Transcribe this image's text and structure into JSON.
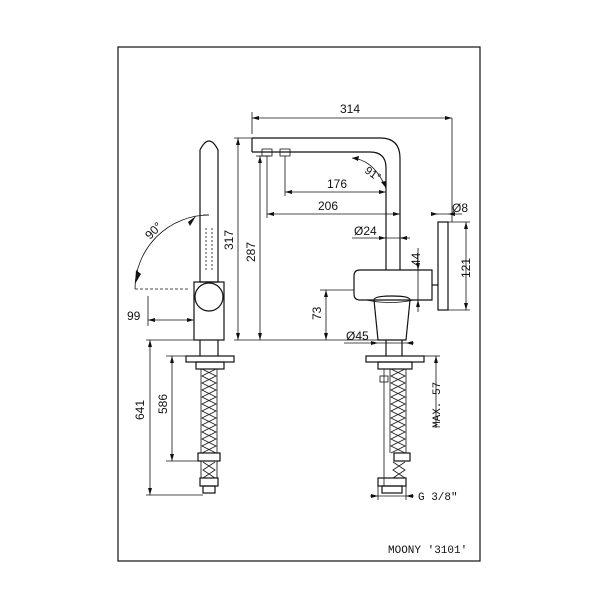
{
  "title_block": {
    "model": "MOONY '3101'"
  },
  "side_view": {
    "swivel_angle": "90°",
    "dim_projection": "99",
    "dim_total_length": "641",
    "dim_hose_length": "586"
  },
  "front_view": {
    "dim_reach": "314",
    "dim_height_total": "317",
    "dim_height_spout": "287",
    "dim_spout_inner": "176",
    "dim_spout_outer": "206",
    "spout_angle": "91°",
    "dim_spout_diameter": "Ø24",
    "dim_handle_diameter": "Ø8",
    "dim_body_height": "44",
    "dim_handle_height": "121",
    "dim_base_height": "73",
    "dim_base_diameter": "Ø45",
    "dim_max_thickness": "MAX. 57",
    "thread": "G 3/8\""
  }
}
